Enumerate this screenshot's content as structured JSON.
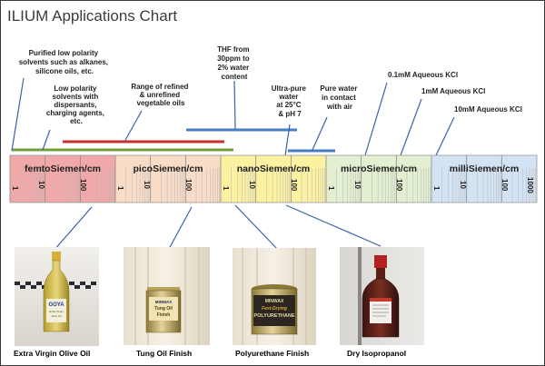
{
  "title": "ILIUM Applications Chart",
  "colors": {
    "callout": "#3a63a8",
    "range_green": "#6f9e3a",
    "range_red": "#c8302c",
    "range_blue": "#4a7cc6",
    "segment_femto": "#f0a8a8",
    "segment_pico": "#f9dcc6",
    "segment_nano": "#fbf1a0",
    "segment_micro": "#e2efd0",
    "segment_milli": "#d4e3f4"
  },
  "annotations": [
    {
      "id": "low-polarity-solvents",
      "lines": [
        "Purified low polarity",
        "solvents such as alkanes,",
        "silicone oils, etc."
      ]
    },
    {
      "id": "dispersant-solvents",
      "lines": [
        "Low polarity",
        "solvents with",
        "dispersants,",
        "charging agents,",
        "etc."
      ]
    },
    {
      "id": "vegetable-oils",
      "lines": [
        "Range of refined",
        "& unrefined",
        "vegetable oils"
      ]
    },
    {
      "id": "thf",
      "lines": [
        "THF from",
        "30ppm to",
        "2% water",
        "content"
      ]
    },
    {
      "id": "ultra-pure-water",
      "lines": [
        "Ultra-pure",
        "water",
        "at 25°C",
        "& pH 7"
      ]
    },
    {
      "id": "pure-water-air",
      "lines": [
        "Pure water",
        "in contact",
        "with air"
      ]
    },
    {
      "id": "kcl-0-1mm",
      "lines": [
        "0.1mM Aqueous KCl"
      ]
    },
    {
      "id": "kcl-1mm",
      "lines": [
        "1mM Aqueous KCl"
      ]
    },
    {
      "id": "kcl-10mm",
      "lines": [
        "10mM Aqueous KCl"
      ]
    }
  ],
  "scale": {
    "segments": [
      {
        "id": "femto",
        "label": "femtoSiemen/cm"
      },
      {
        "id": "pico",
        "label": "picoSiemen/cm"
      },
      {
        "id": "nano",
        "label": "nanoSiemen/cm"
      },
      {
        "id": "micro",
        "label": "microSiemen/cm"
      },
      {
        "id": "milli",
        "label": "milliSiemen/cm"
      }
    ],
    "tick_labels": [
      "1",
      "10",
      "100",
      "1",
      "10",
      "100",
      "1",
      "10",
      "100",
      "1",
      "10",
      "100",
      "1",
      "10",
      "100",
      "1000"
    ]
  },
  "examples": [
    {
      "id": "olive-oil",
      "caption": "Extra Virgin Olive Oil",
      "label_text": [
        "GOYA",
        "Extra Virgin",
        "Olive Oil"
      ]
    },
    {
      "id": "tung-oil",
      "caption": "Tung Oil Finish",
      "label_text": [
        "MINWAX",
        "Tung Oil",
        "Finish"
      ]
    },
    {
      "id": "polyurethane",
      "caption": "Polyurethane Finish",
      "label_text": [
        "MINWAX",
        "Fast-Drying",
        "POLYURETHANE"
      ]
    },
    {
      "id": "isopropanol",
      "caption": "Dry Isopropanol",
      "label_text": []
    }
  ]
}
